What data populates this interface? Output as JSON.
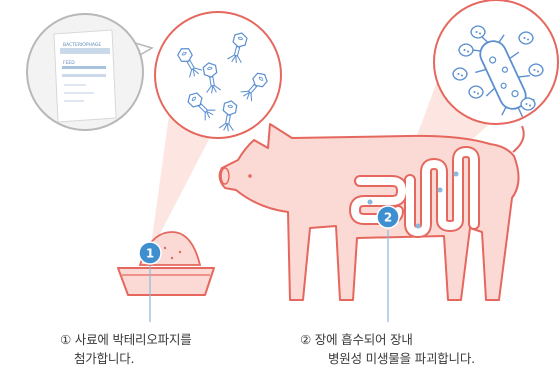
{
  "steps": [
    {
      "number": "1",
      "caption_line1": "① 사료에 박테리오파지를",
      "caption_line2": "첨가합니다."
    },
    {
      "number": "2",
      "caption_line1": "② 장에 흡수되어 장내",
      "caption_line2": "병원성 미생물을 파괴합니다."
    }
  ],
  "bag_label": {
    "title": "BACTERIOPHAGE",
    "code": "FEED"
  },
  "colors": {
    "outline": "#e5675e",
    "pig_fill": "#fbdad5",
    "callout_fill": "#fde2de",
    "badge": "#3e8fd0",
    "guide_line": "#8ab8dc",
    "icon_blue": "#5b8fd0"
  }
}
